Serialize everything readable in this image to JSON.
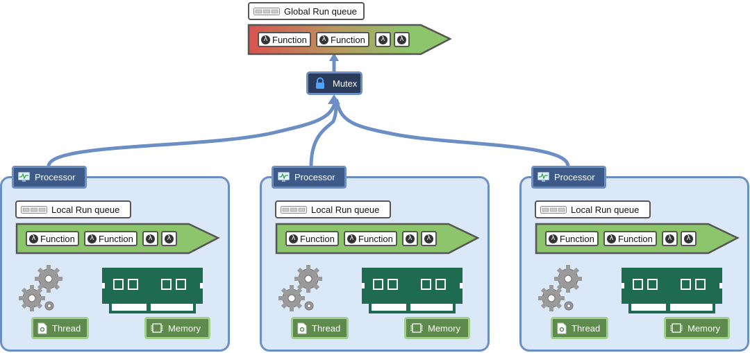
{
  "global_queue": {
    "title": "Global Run queue",
    "items": [
      "Function",
      "Function",
      "",
      ""
    ]
  },
  "mutex": {
    "label": "Mutex"
  },
  "processors": [
    {
      "label": "Processor",
      "queue_title": "Local Run queue",
      "items": [
        "Function",
        "Function",
        "",
        ""
      ],
      "thread_label": "Thread",
      "memory_label": "Memory"
    },
    {
      "label": "Processor",
      "queue_title": "Local Run queue",
      "items": [
        "Function",
        "Function",
        "",
        ""
      ],
      "thread_label": "Thread",
      "memory_label": "Memory"
    },
    {
      "label": "Processor",
      "queue_title": "Local Run queue",
      "items": [
        "Function",
        "Function",
        "",
        ""
      ],
      "thread_label": "Thread",
      "memory_label": "Memory"
    }
  ],
  "icons": {
    "queue": "run-queue-icon",
    "lambda": "lambda-icon",
    "lock": "lock-icon",
    "processor": "monitor-icon",
    "gears": "gears-icon",
    "memory_module": "memory-module-icon",
    "thread": "document-thread-icon",
    "chip": "chip-icon"
  },
  "colors": {
    "processor_fill": "#dbe8f8",
    "processor_border": "#6b8fc4",
    "processor_tab": "#3d5a88",
    "mutex_fill": "#2b3b5c",
    "queue_green": "#8cc56b",
    "queue_red": "#d9534f",
    "memory_green": "#1e6b52",
    "tag_green": "#5f8a4e"
  }
}
